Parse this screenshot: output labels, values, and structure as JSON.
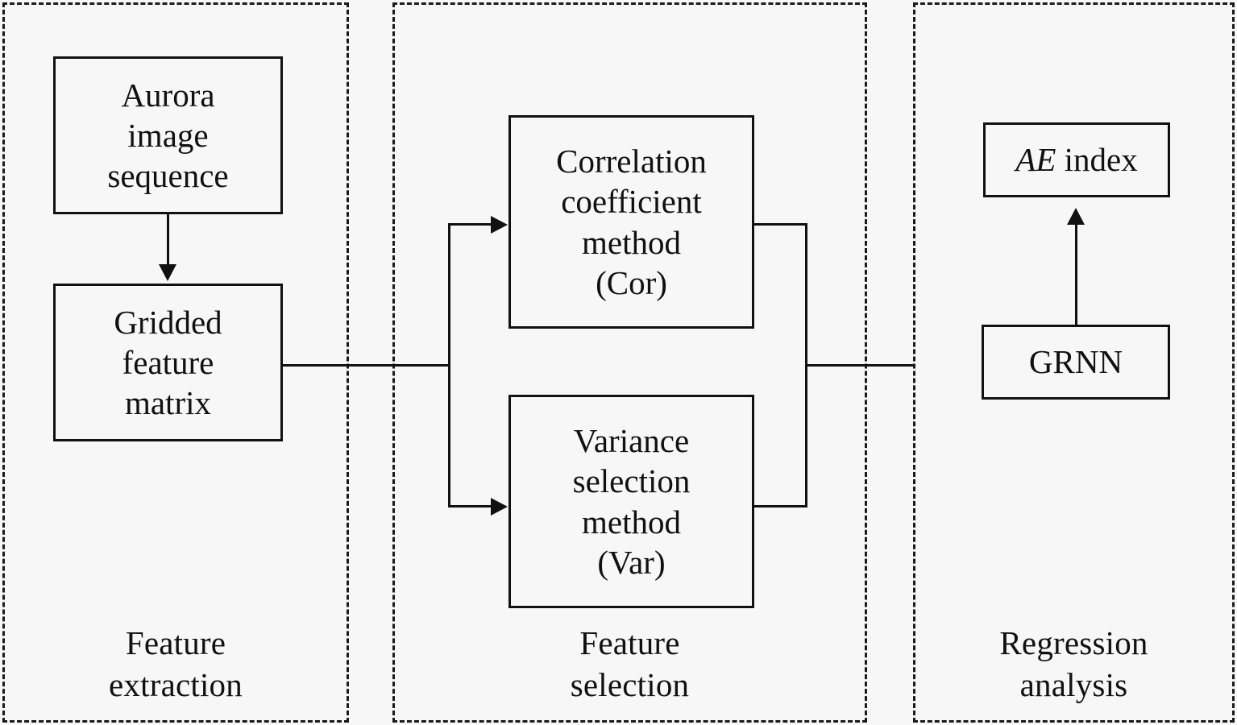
{
  "diagram": {
    "type": "flowchart",
    "title": "",
    "background_color": "#f7f7f7",
    "line_color": "#111111",
    "panels": [
      {
        "id": "feature-extraction",
        "caption": "Feature\nextraction"
      },
      {
        "id": "feature-selection",
        "caption": "Feature\nselection"
      },
      {
        "id": "regression-analysis",
        "caption": "Regression\nanalysis"
      }
    ],
    "nodes": [
      {
        "id": "aurora-image-sequence",
        "label": "Aurora\nimage\nsequence"
      },
      {
        "id": "gridded-feature-matrix",
        "label": "Gridded\nfeature\nmatrix"
      },
      {
        "id": "correlation-coefficient-method",
        "label": "Correlation\ncoefficient\nmethod\n(Cor)"
      },
      {
        "id": "variance-selection-method",
        "label": "Variance\nselection\nmethod\n(Var)"
      },
      {
        "id": "grnn",
        "label": "GRNN"
      },
      {
        "id": "ae-index",
        "label_italic": "AE",
        "label_rest": " index"
      }
    ],
    "edges": [
      {
        "from": "aurora-image-sequence",
        "to": "gridded-feature-matrix",
        "direction": "down"
      },
      {
        "from": "gridded-feature-matrix",
        "to": "correlation-coefficient-method",
        "direction": "right"
      },
      {
        "from": "gridded-feature-matrix",
        "to": "variance-selection-method",
        "direction": "right"
      },
      {
        "from": "correlation-coefficient-method",
        "to": "grnn",
        "direction": "right"
      },
      {
        "from": "variance-selection-method",
        "to": "grnn",
        "direction": "right"
      },
      {
        "from": "grnn",
        "to": "ae-index",
        "direction": "up"
      }
    ]
  }
}
